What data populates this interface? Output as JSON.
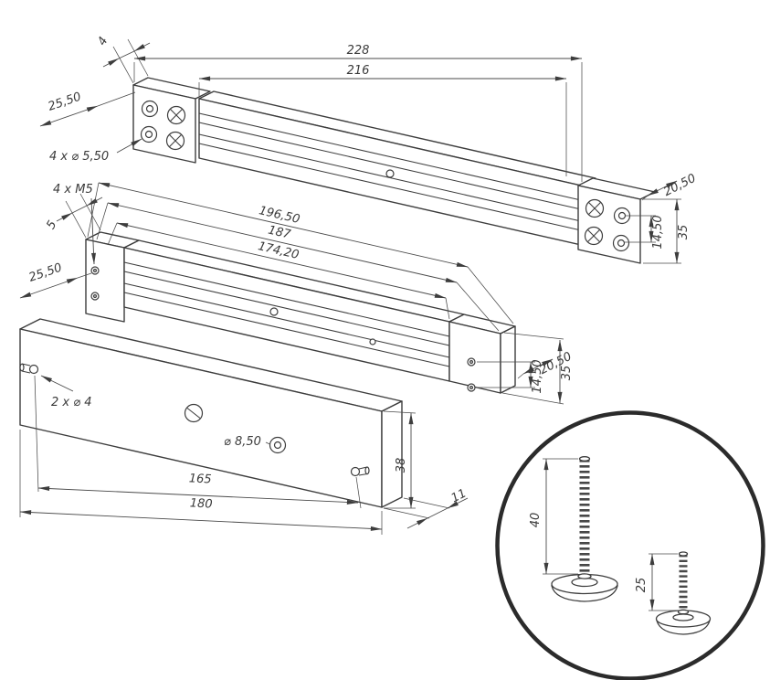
{
  "style": {
    "line_color": "#3d3d3d",
    "dim_color": "#4a4a4a"
  },
  "dims": {
    "overall_228": "228",
    "body_216": "216",
    "offset_4": "4",
    "edge_2550_top": "25,50",
    "holes_4x550": "4 x ⌀ 5,50",
    "holes_4xM5": "4 x M5",
    "offset_5": "5",
    "len_19650": "196,50",
    "len_187": "187",
    "len_17420": "174,20",
    "edge_2550_mid": "25,50",
    "top_right_2050": "20,50",
    "top_right_1450": "14,50",
    "top_right_35": "35",
    "mid_right_2050": "20,50",
    "mid_right_1450": "14,50",
    "mid_right_35": "35",
    "plate_2x4": "2 x ⌀ 4",
    "plate_850": "⌀ 8,50",
    "plate_165": "165",
    "plate_180": "180",
    "plate_38": "38",
    "plate_11": "11",
    "bolt_40": "40",
    "bolt_25": "25"
  }
}
